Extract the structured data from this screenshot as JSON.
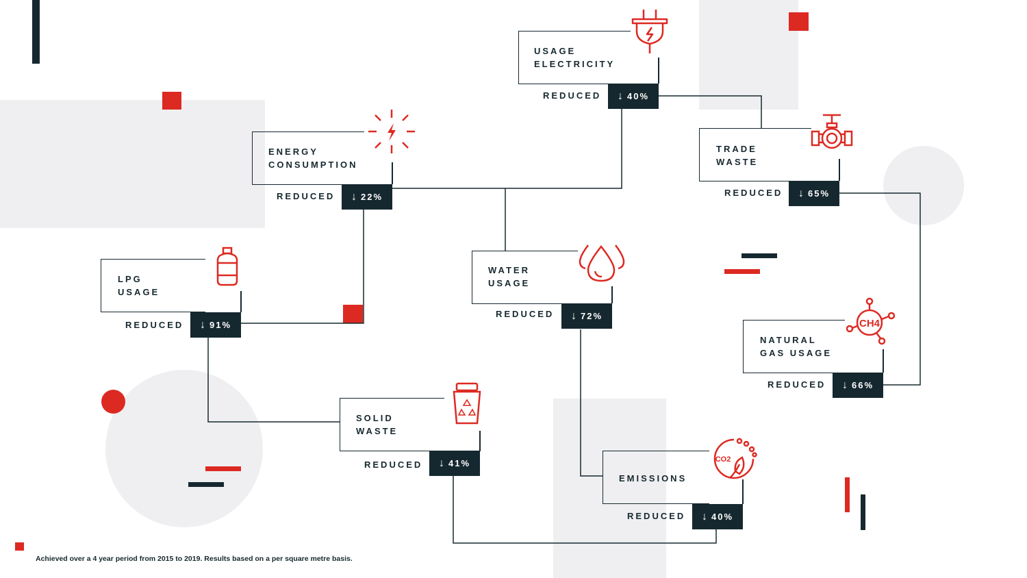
{
  "colors": {
    "accent": "#dc2a22",
    "dark": "#16282f",
    "background_shape": "#efeff1"
  },
  "cards": [
    {
      "title": "USAGE\nELECTRICITY",
      "reduced_label": "REDUCED",
      "arrow": "↓",
      "value": "40%",
      "icon": "plug-icon"
    },
    {
      "title": "ENERGY\nCONSUMPTION",
      "reduced_label": "REDUCED",
      "arrow": "↓",
      "value": "22%",
      "icon": "lightning-burst-icon"
    },
    {
      "title": "TRADE\nWASTE",
      "reduced_label": "REDUCED",
      "arrow": "↓",
      "value": "65%",
      "icon": "valve-icon"
    },
    {
      "title": "LPG\nUSAGE",
      "reduced_label": "REDUCED",
      "arrow": "↓",
      "value": "91%",
      "icon": "gas-cylinder-icon"
    },
    {
      "title": "WATER\nUSAGE",
      "reduced_label": "REDUCED",
      "arrow": "↓",
      "value": "72%",
      "icon": "water-drops-icon"
    },
    {
      "title": "NATURAL\nGAS USAGE",
      "reduced_label": "REDUCED",
      "arrow": "↓",
      "value": "66%",
      "icon": "methane-molecule-icon",
      "icon_text": "CH4"
    },
    {
      "title": "SOLID\nWASTE",
      "reduced_label": "REDUCED",
      "arrow": "↓",
      "value": "41%",
      "icon": "recycle-bin-icon"
    },
    {
      "title": "EMISSIONS",
      "reduced_label": "REDUCED",
      "arrow": "↓",
      "value": "40%",
      "icon": "co2-leaf-icon",
      "icon_text": "CO2"
    }
  ],
  "footnote": "Achieved over a 4 year period from 2015 to 2019. Results based on a per square metre basis."
}
